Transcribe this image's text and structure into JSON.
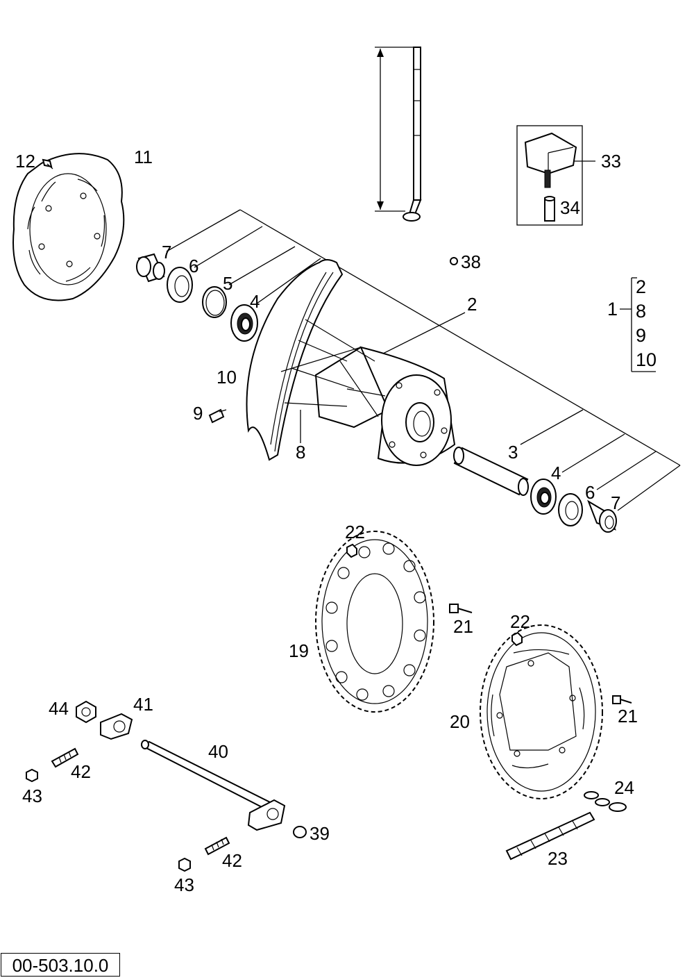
{
  "document_number": "00-503.10.0",
  "callouts": {
    "c1": "1",
    "c2": "2",
    "c2b": "2",
    "c3": "3",
    "c4a": "4",
    "c4b": "4",
    "c5": "5",
    "c6a": "6",
    "c6b": "6",
    "c7a": "7",
    "c7b": "7",
    "c8a": "8",
    "c8b": "8",
    "c9a": "9",
    "c9b": "9",
    "c10a": "10",
    "c10b": "10",
    "c11": "11",
    "c12": "12",
    "c19": "19",
    "c20": "20",
    "c21a": "21",
    "c21b": "21",
    "c22a": "22",
    "c22b": "22",
    "c23": "23",
    "c24": "24",
    "c33": "33",
    "c34": "34",
    "c38": "38",
    "c39": "39",
    "c40": "40",
    "c41": "41",
    "c42a": "42",
    "c42b": "42",
    "c43a": "43",
    "c43b": "43",
    "c44": "44"
  }
}
